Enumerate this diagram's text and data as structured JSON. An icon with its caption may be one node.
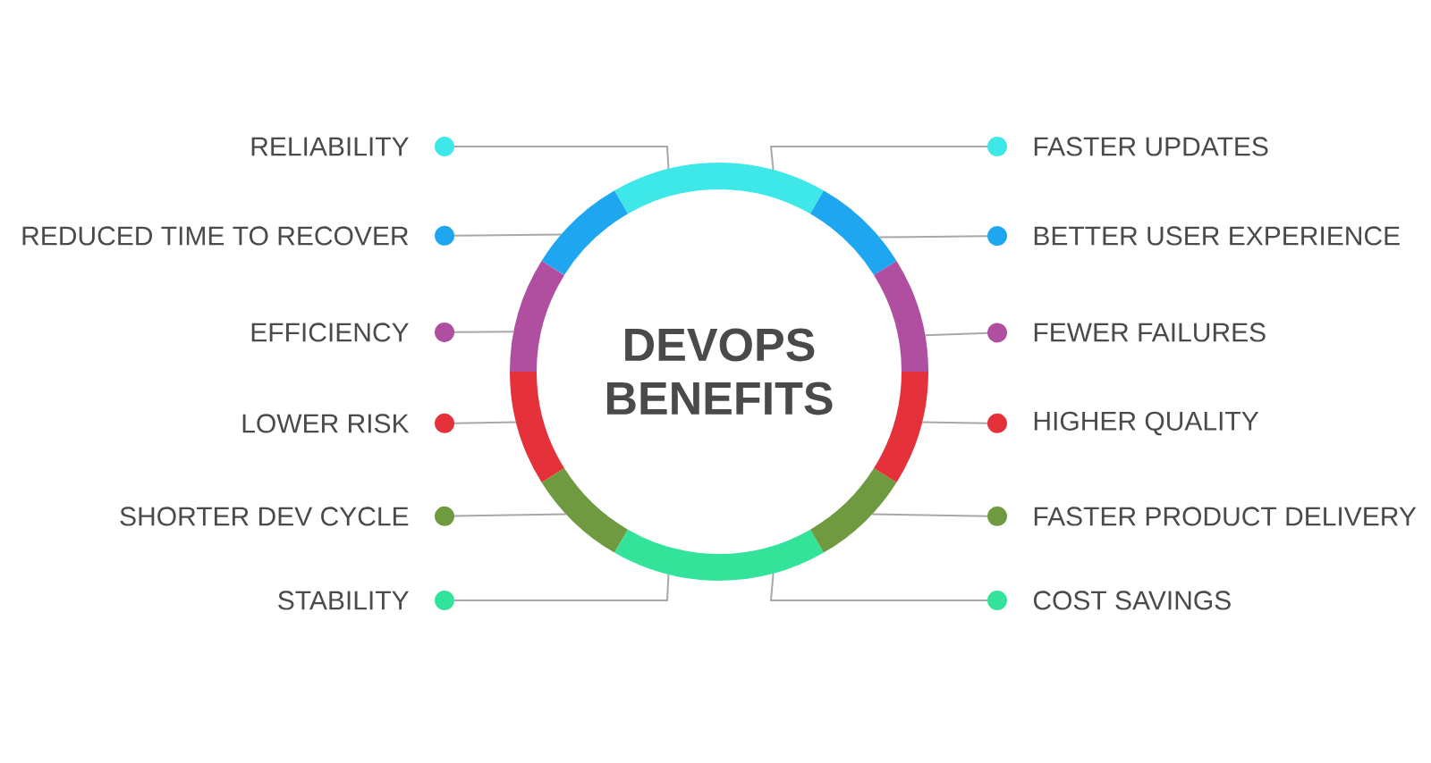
{
  "diagram": {
    "nodes": [
      {
        "text": [
          "DEVOPS BENEFITS"
        ]
      },
      {
        "text": [
          "RELIABILITY"
        ]
      },
      {
        "text": [
          "REDUCED TIME TO RECOVER"
        ]
      },
      {
        "text": [
          "EFFICIENCY"
        ]
      },
      {
        "text": [
          "LOWER RISK"
        ]
      },
      {
        "text": [
          "SHORTER DEV CYCLE"
        ]
      },
      {
        "text": [
          "STABILITY"
        ]
      },
      {
        "text": [
          "FASTER UPDATES"
        ]
      },
      {
        "text": [
          "BETTER USER EXPERIENCE"
        ]
      },
      {
        "text": [
          "FEWER FAILURES"
        ]
      },
      {
        "text": [
          "HIGHER QUALITY"
        ]
      },
      {
        "text": [
          "FASTER PRODUCT DELIVERY"
        ]
      },
      {
        "text": [
          "COST SAVINGS"
        ]
      }
    ],
    "edges": [
      {
        "from": 1,
        "to": 0,
        "arrow": "other"
      },
      {
        "from": 2,
        "to": 0,
        "arrow": "other"
      },
      {
        "from": 3,
        "to": 0,
        "arrow": "other"
      },
      {
        "from": 4,
        "to": 0,
        "arrow": "other"
      },
      {
        "from": 5,
        "to": 0,
        "arrow": "other"
      },
      {
        "from": 6,
        "to": 0,
        "arrow": "other"
      },
      {
        "from": 7,
        "to": 0,
        "arrow": "other"
      },
      {
        "from": 8,
        "to": 0,
        "arrow": "other"
      },
      {
        "from": 9,
        "to": 0,
        "arrow": "other"
      },
      {
        "from": 10,
        "to": 0,
        "arrow": "other"
      },
      {
        "from": 11,
        "to": 0,
        "arrow": "other"
      },
      {
        "from": 12,
        "to": 0,
        "arrow": "other"
      }
    ]
  }
}
